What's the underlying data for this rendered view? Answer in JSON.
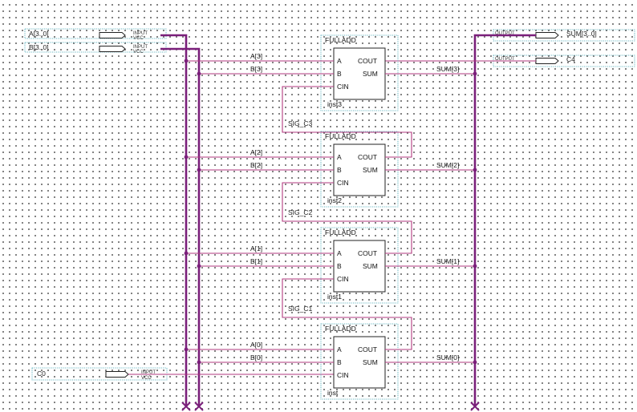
{
  "colors": {
    "bus": "#7a1f7a",
    "wire": "#b23a7f",
    "frame": "#39a0b0",
    "block": "#222222"
  },
  "inputs": {
    "a": {
      "name": "A[3..0]",
      "type": "INPUT",
      "vcc": "VCC"
    },
    "b": {
      "name": "B[3..0]",
      "type": "INPUT",
      "vcc": "VCC"
    },
    "c0": {
      "name": "C0",
      "type": "INPUT",
      "vcc": "VCC"
    }
  },
  "outputs": {
    "sum": {
      "name": "SUM[3..0]",
      "type": "OUTPUT"
    },
    "c4": {
      "name": "C4",
      "type": "OUTPUT"
    }
  },
  "blocks": [
    {
      "title": "FULLADD",
      "inst": "inst3",
      "pin_a": "A",
      "pin_b": "B",
      "pin_cin": "CIN",
      "pin_cout": "COUT",
      "pin_sum": "SUM",
      "net_a": "A[3]",
      "net_b": "B[3]",
      "net_sum": "SUM[3]"
    },
    {
      "title": "FULLADD",
      "inst": "inst2",
      "pin_a": "A",
      "pin_b": "B",
      "pin_cin": "CIN",
      "pin_cout": "COUT",
      "pin_sum": "SUM",
      "net_a": "A[2]",
      "net_b": "B[2]",
      "net_sum": "SUM[2]"
    },
    {
      "title": "FULLADD",
      "inst": "inst1",
      "pin_a": "A",
      "pin_b": "B",
      "pin_cin": "CIN",
      "pin_cout": "COUT",
      "pin_sum": "SUM",
      "net_a": "A[1]",
      "net_b": "B[1]",
      "net_sum": "SUM[1]"
    },
    {
      "title": "FULLADD",
      "inst": "inst",
      "pin_a": "A",
      "pin_b": "B",
      "pin_cin": "CIN",
      "pin_cout": "COUT",
      "pin_sum": "SUM",
      "net_a": "A[0]",
      "net_b": "B[0]",
      "net_sum": "SUM[0]"
    }
  ],
  "carry_signals": [
    "SIG_C3",
    "SIG_C2",
    "SIG_C1"
  ]
}
